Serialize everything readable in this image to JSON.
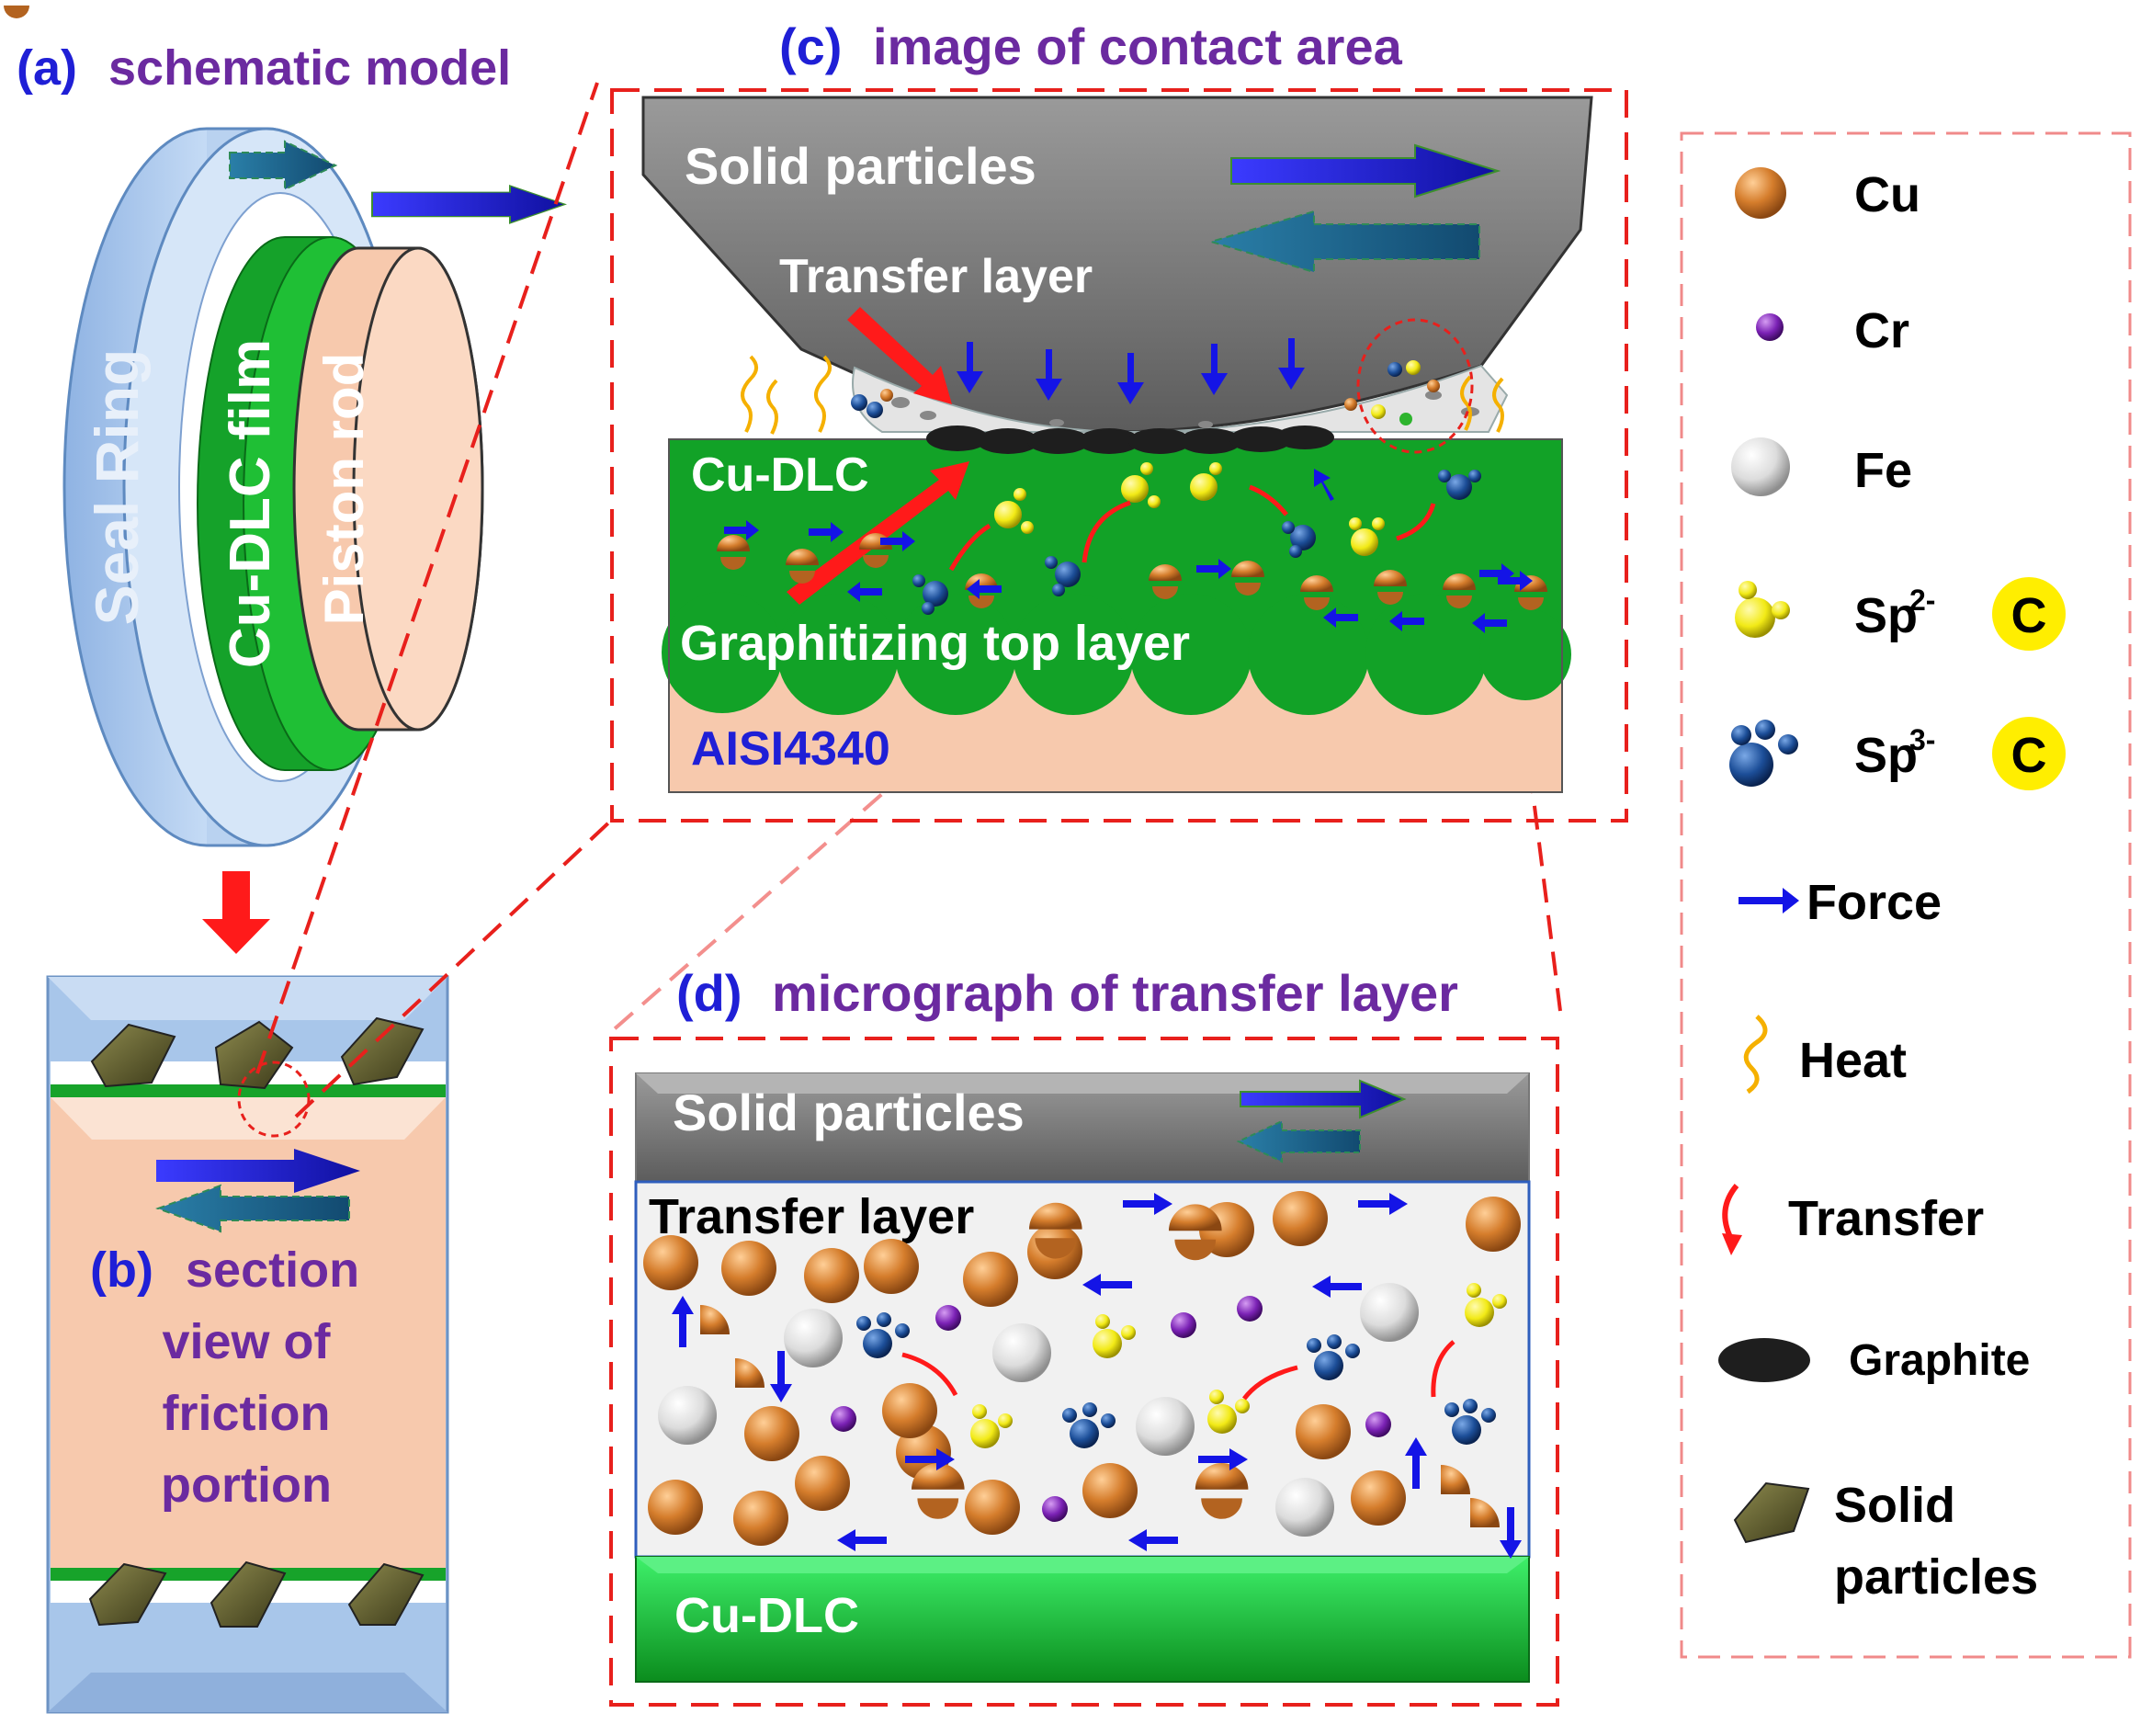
{
  "panels": {
    "a": {
      "letter": "(a)",
      "title": "schematic model",
      "seal_ring": "Seal  Ring",
      "film": "Cu-DLC film",
      "rod": "Piston rod"
    },
    "b": {
      "letter": "(b)",
      "line1": "section",
      "line2": "view of",
      "line3": "friction",
      "line4": "portion"
    },
    "c": {
      "letter": "(c)",
      "title": "image of contact area",
      "solid": "Solid particles",
      "transfer": "Transfer layer",
      "cudlc": "Cu-DLC",
      "graph": "Graphitizing top layer",
      "substrate": "AISI4340"
    },
    "d": {
      "letter": "(d)",
      "title": "micrograph of transfer layer",
      "solid": "Solid particles",
      "transfer": "Transfer layer",
      "cudlc": "Cu-DLC"
    }
  },
  "legend": {
    "cu": "Cu",
    "cr": "Cr",
    "fe": "Fe",
    "sp2_prefix": "Sp",
    "sp2_sup": "2-",
    "sp3_prefix": "Sp",
    "sp3_sup": "3-",
    "c_letter": "C",
    "force": "Force",
    "heat": "Heat",
    "transfer": "Transfer",
    "graphite": "Graphite",
    "solid1": "Solid",
    "solid2": "particles"
  },
  "colors": {
    "letter_blue": "#1f1fd6",
    "title_purple": "#6b2aa0",
    "dash_red": "#e8201c",
    "film_green": "#17a32a",
    "rod_peach": "#f7c9ad",
    "seal_blue": "#a8c6ea",
    "particle_gray": "#6e6e6e",
    "cu_orange": "#d57d2c",
    "cr_purple": "#7b22b5",
    "sp2_yellow": "#f2ea16",
    "sp3_blue": "#1c4e98",
    "force_blue": "#1414e6",
    "heat_orange": "#f5b000"
  },
  "icons": [
    "cu-atom-icon",
    "cr-atom-icon",
    "fe-atom-icon",
    "sp2-carbon-icon",
    "sp3-carbon-icon",
    "force-arrow-icon",
    "heat-squiggle-icon",
    "transfer-arrow-icon",
    "graphite-icon",
    "solid-particle-icon"
  ]
}
